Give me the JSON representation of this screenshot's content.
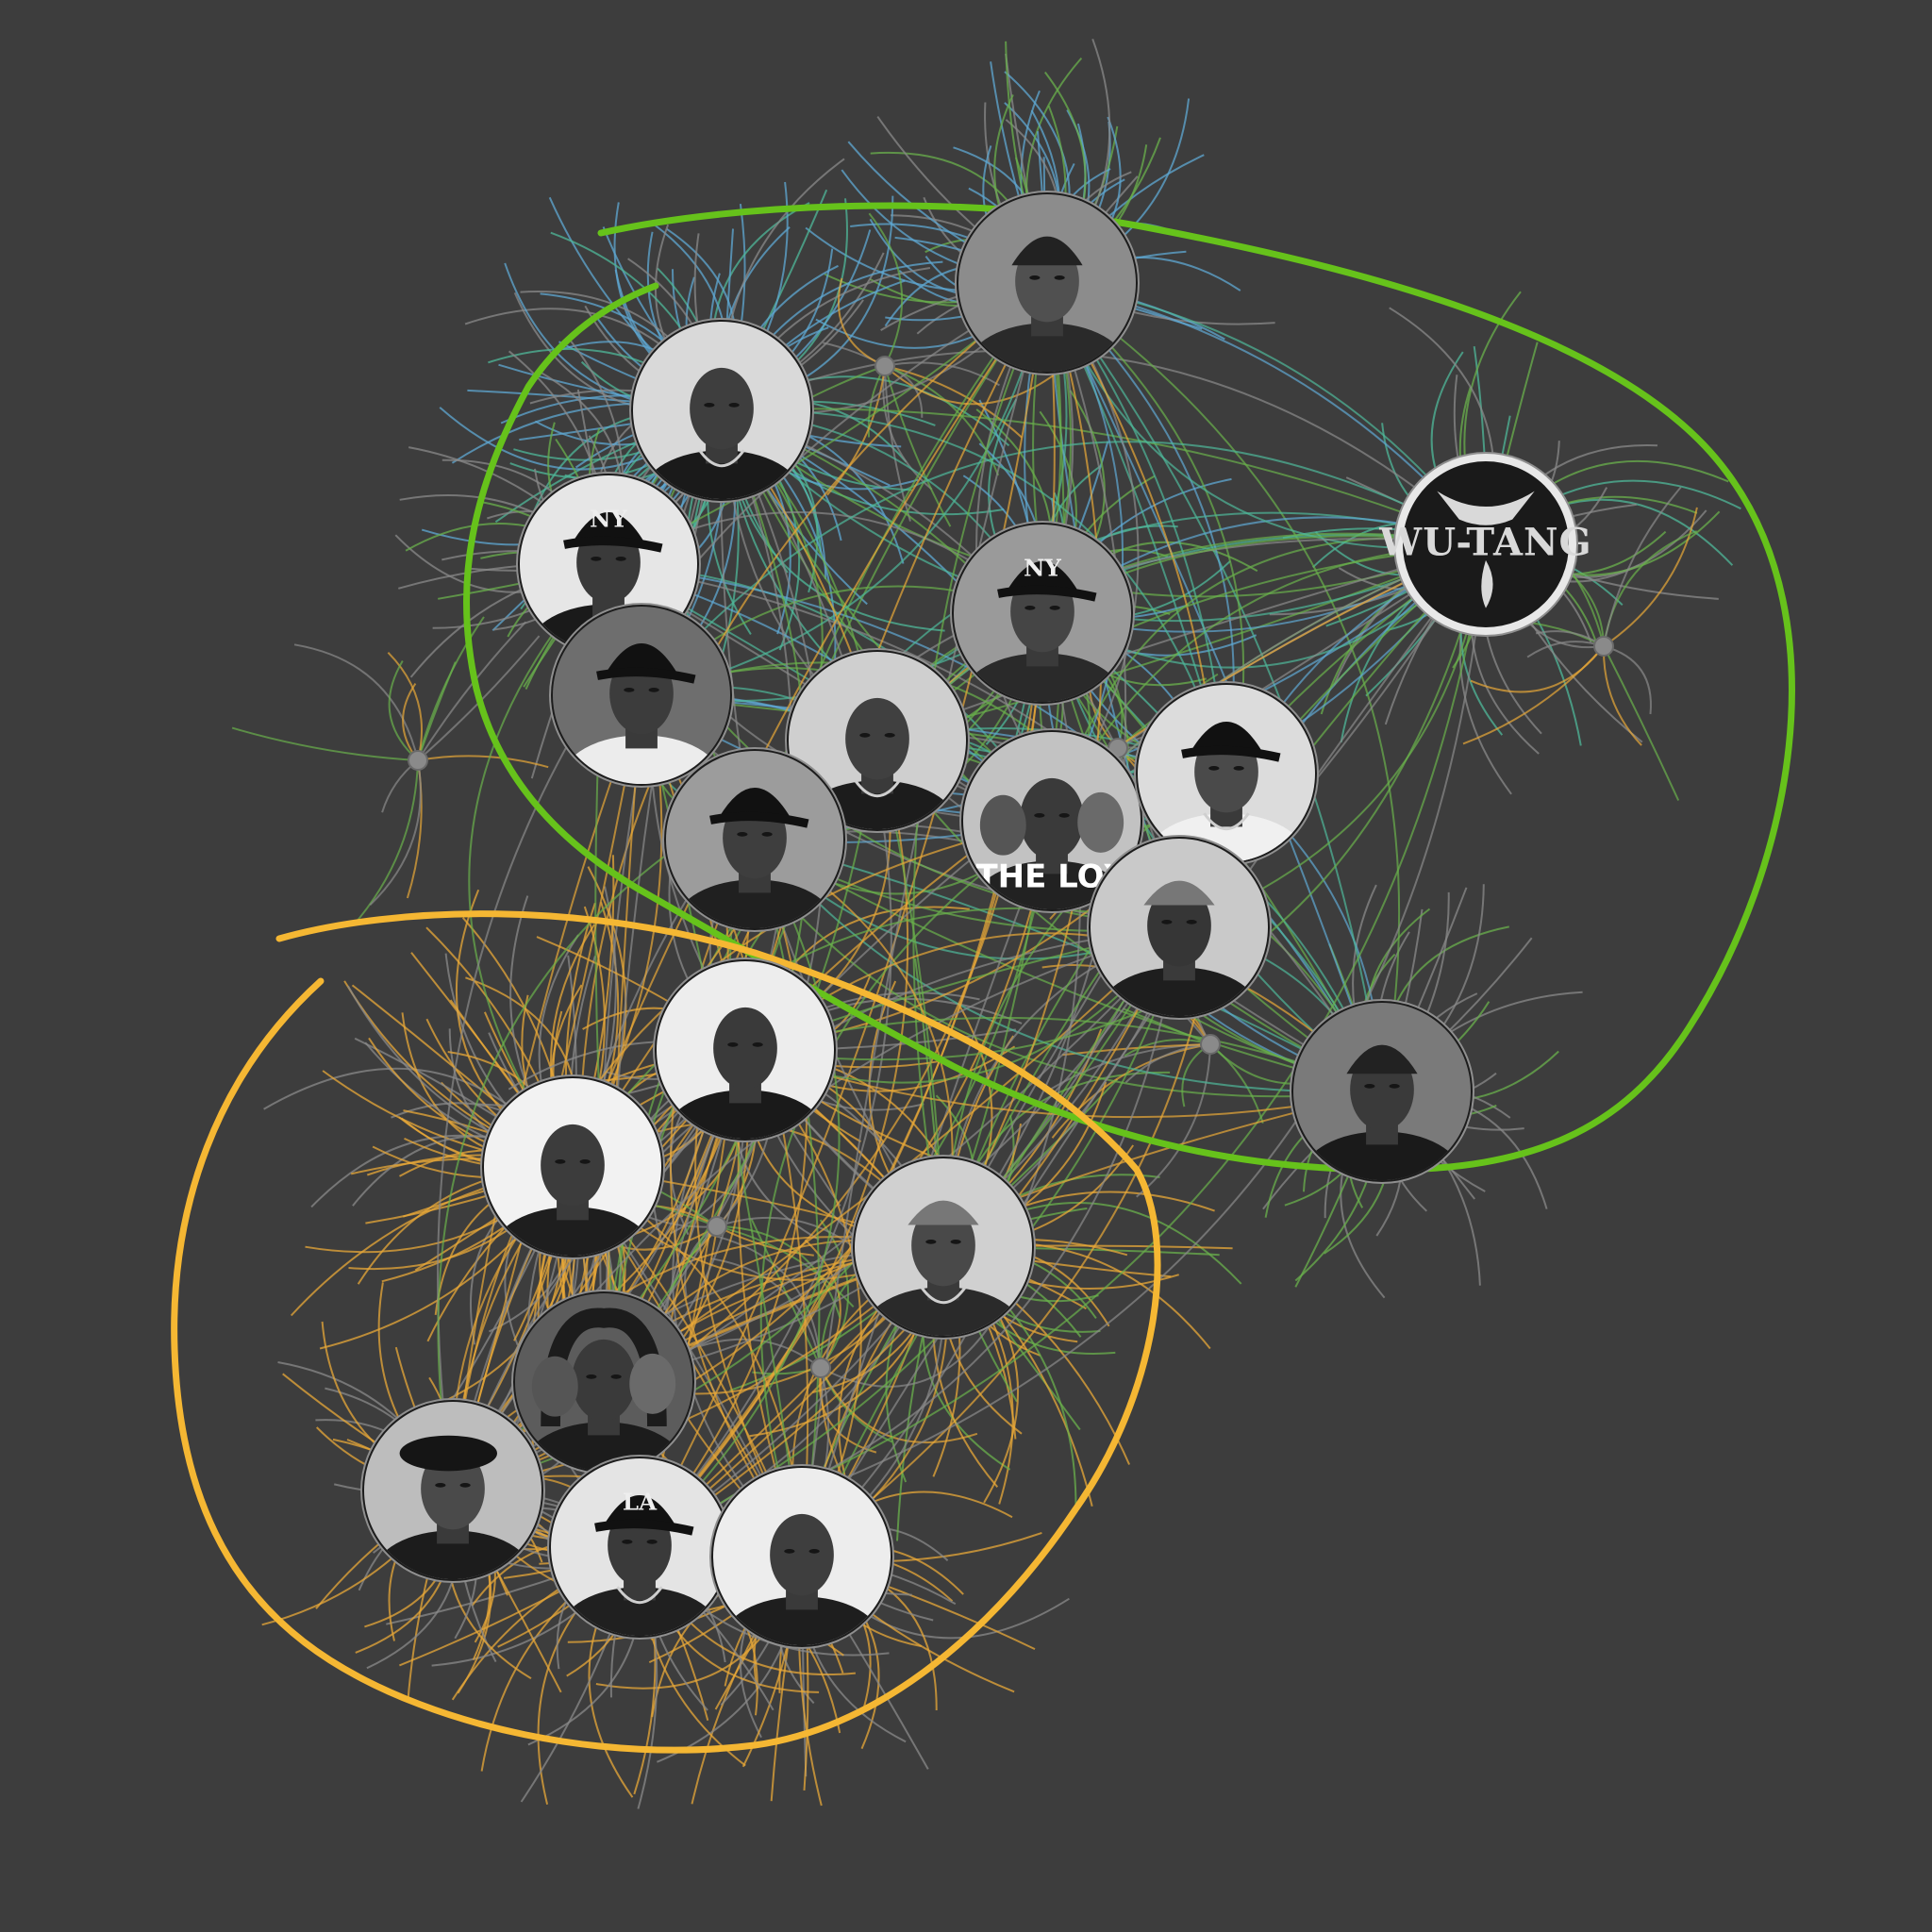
{
  "diagram": {
    "type": "network",
    "background": "#3d3d3d",
    "edge_colors": {
      "east": "#6ab04c",
      "west": "#e8a838",
      "blue": "#5fa8d3",
      "teal": "#4fb89a",
      "gray": "#8a8a8a"
    },
    "clusters": [
      {
        "id": "east-coast",
        "color": "#66c21b"
      },
      {
        "id": "west-coast",
        "color": "#f5b733"
      }
    ],
    "logo_text": "WU-TANG",
    "photo_captions": {
      "ny": "NY",
      "la": "LA",
      "the_lox": "THE LOX"
    }
  }
}
